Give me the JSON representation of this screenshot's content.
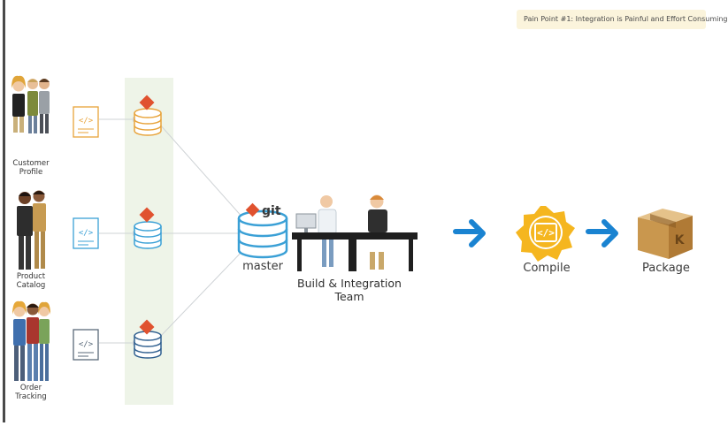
{
  "banner": {
    "text": "Pain Point #1: Integration is Painful and Effort Consuming"
  },
  "teams": [
    {
      "line1": "Customer",
      "line2": "Profile",
      "color": "#e8a33a"
    },
    {
      "line1": "Product",
      "line2": "Catalog",
      "color": "#3aa0d6"
    },
    {
      "line1": "Order",
      "line2": "Tracking",
      "color": "#2f5f8f"
    }
  ],
  "central_repo": {
    "label": "master",
    "logo_text": "git",
    "color": "#3aa0d6"
  },
  "integration_team": {
    "line1": "Build & Integration",
    "line2": "Team"
  },
  "pipeline": [
    {
      "label": "Compile",
      "icon": "code-badge-icon"
    },
    {
      "label": "Package",
      "icon": "package-box-icon"
    }
  ],
  "colors": {
    "git_logo": "#e0522f",
    "arrow": "#1a83d1",
    "highlight_band": "#eef4e8",
    "compile_badge": "#f5b61f"
  }
}
